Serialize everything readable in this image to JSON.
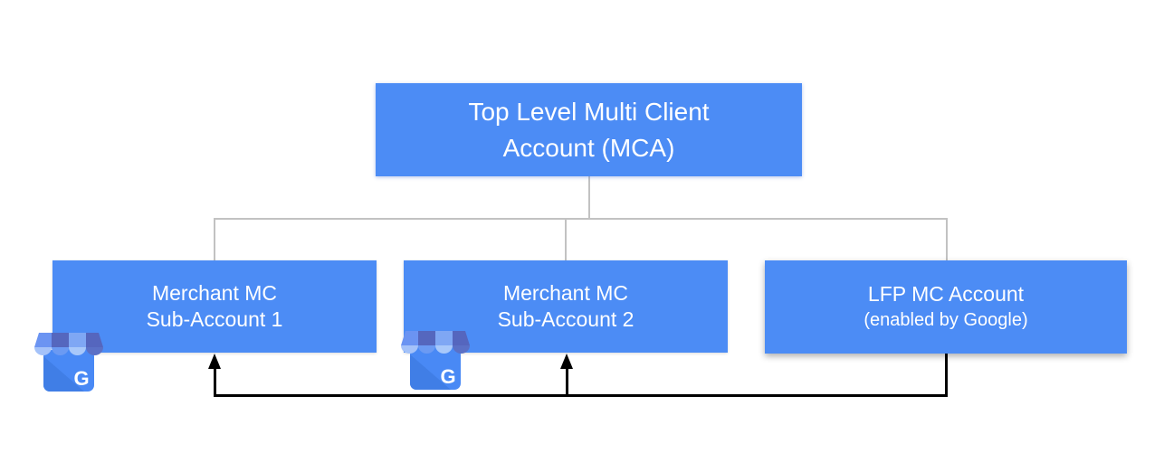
{
  "diagram": {
    "type": "account-hierarchy",
    "nodes": {
      "mca": {
        "line1": "Top Level Multi Client",
        "line2": "Account (MCA)"
      },
      "sub1": {
        "line1": "Merchant MC",
        "line2": "Sub-Account 1"
      },
      "sub2": {
        "line1": "Merchant MC",
        "line2": "Sub-Account 2"
      },
      "lfp": {
        "line1": "LFP MC Account",
        "line2": "(enabled by Google)"
      }
    },
    "edges": {
      "parent_links": [
        {
          "from": "mca",
          "to": "sub1",
          "style": "plain-gray"
        },
        {
          "from": "mca",
          "to": "sub2",
          "style": "plain-gray"
        },
        {
          "from": "mca",
          "to": "lfp",
          "style": "plain-gray"
        }
      ],
      "feed_links": [
        {
          "from": "lfp",
          "to": "sub1",
          "style": "black-arrow"
        },
        {
          "from": "lfp",
          "to": "sub2",
          "style": "black-arrow"
        }
      ]
    },
    "icon": {
      "name": "google-my-business-storefront",
      "letter": "G"
    },
    "colors": {
      "node_fill": "#4c8cf5",
      "node_text": "#ffffff",
      "tree_line": "#c2c2c2",
      "arrow_line": "#000000",
      "icon_body": "#4989f5",
      "icon_awning_dark": "#5567be",
      "icon_awning_light": "#a4c2f9"
    }
  }
}
